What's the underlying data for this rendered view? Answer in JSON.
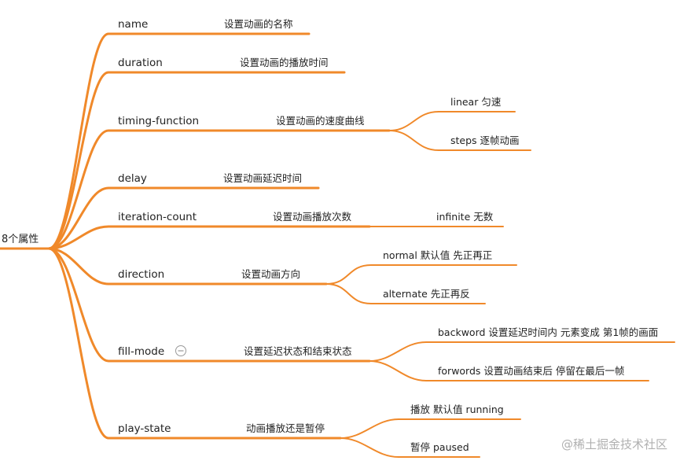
{
  "theme": {
    "line_color": "#f0892a",
    "text_color": "#222222",
    "watermark_color": "#b0b0b0"
  },
  "root": {
    "label": "8个属性"
  },
  "properties": [
    {
      "name": "name",
      "desc": "设置动画的名称",
      "children": []
    },
    {
      "name": "duration",
      "desc": "设置动画的播放时间",
      "children": []
    },
    {
      "name": "timing-function",
      "desc": "设置动画的速度曲线",
      "children": [
        "linear 匀速",
        "steps 逐帧动画"
      ]
    },
    {
      "name": "delay",
      "desc": "设置动画延迟时间",
      "children": []
    },
    {
      "name": "iteration-count",
      "desc": "设置动画播放次数",
      "children": [
        "infinite 无数"
      ]
    },
    {
      "name": "direction",
      "desc": "设置动画方向",
      "children": [
        "normal  默认值  先正再正",
        "alternate 先正再反"
      ]
    },
    {
      "name": "fill-mode",
      "desc": "设置延迟状态和结束状态",
      "collapse_icon": "collapse-minus-icon",
      "children": [
        "backword 设置延迟时间内 元素变成 第1帧的画面",
        "forwords 设置动画结束后 停留在最后一帧"
      ]
    },
    {
      "name": "play-state",
      "desc": "动画播放还是暂停",
      "children": [
        "播放 默认值  running",
        "暂停 paused"
      ]
    }
  ],
  "watermark": "@稀土掘金技术社区"
}
